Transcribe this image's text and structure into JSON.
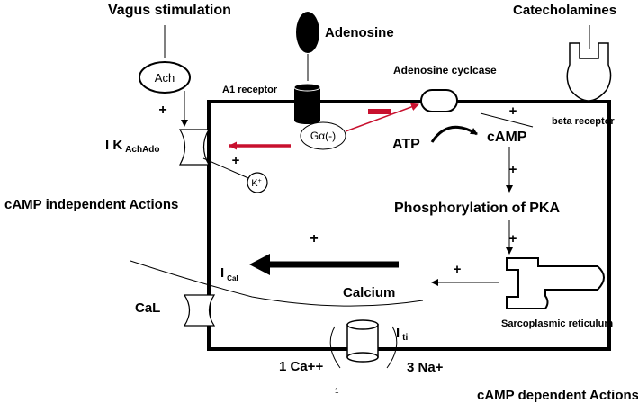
{
  "labels": {
    "vagus": "Vagus stimulation",
    "adenosine": "Adenosine",
    "catecholamines": "Catecholamines",
    "ach": "Ach",
    "a1_receptor": "A1 receptor",
    "adenosine_cyclase": "Adenosine cyclcase",
    "galpha": "Gα(-)",
    "beta_receptor": "beta receptor",
    "ik_main": "I K",
    "ik_sub": "AchAdo",
    "k_ion": "K",
    "k_sup": "+",
    "atp": "ATP",
    "camp": "cAMP",
    "camp_independent": "cAMP independent Actions",
    "phosphorylation": "Phosphorylation of PKA",
    "ical_main": "I",
    "ical_sub": "Cal",
    "calcium": "Calcium",
    "cal": "CaL",
    "sr": "Sarcoplasmic reticulum",
    "iti_main": "I",
    "iti_sub": "ti",
    "ca": "1 Ca++",
    "na": "3 Na+",
    "camp_dependent": "cAMP dependent Actions",
    "page_number": "1"
  },
  "signs": {
    "ach_plus": "+",
    "ik_plus": "+",
    "beta_plus": "+",
    "camp_plus": "+",
    "pka_plus": "+",
    "sr_plus": "+",
    "cell_plus": "+"
  },
  "colors": {
    "inhibit": "#c8102e",
    "stroke": "#000000"
  }
}
